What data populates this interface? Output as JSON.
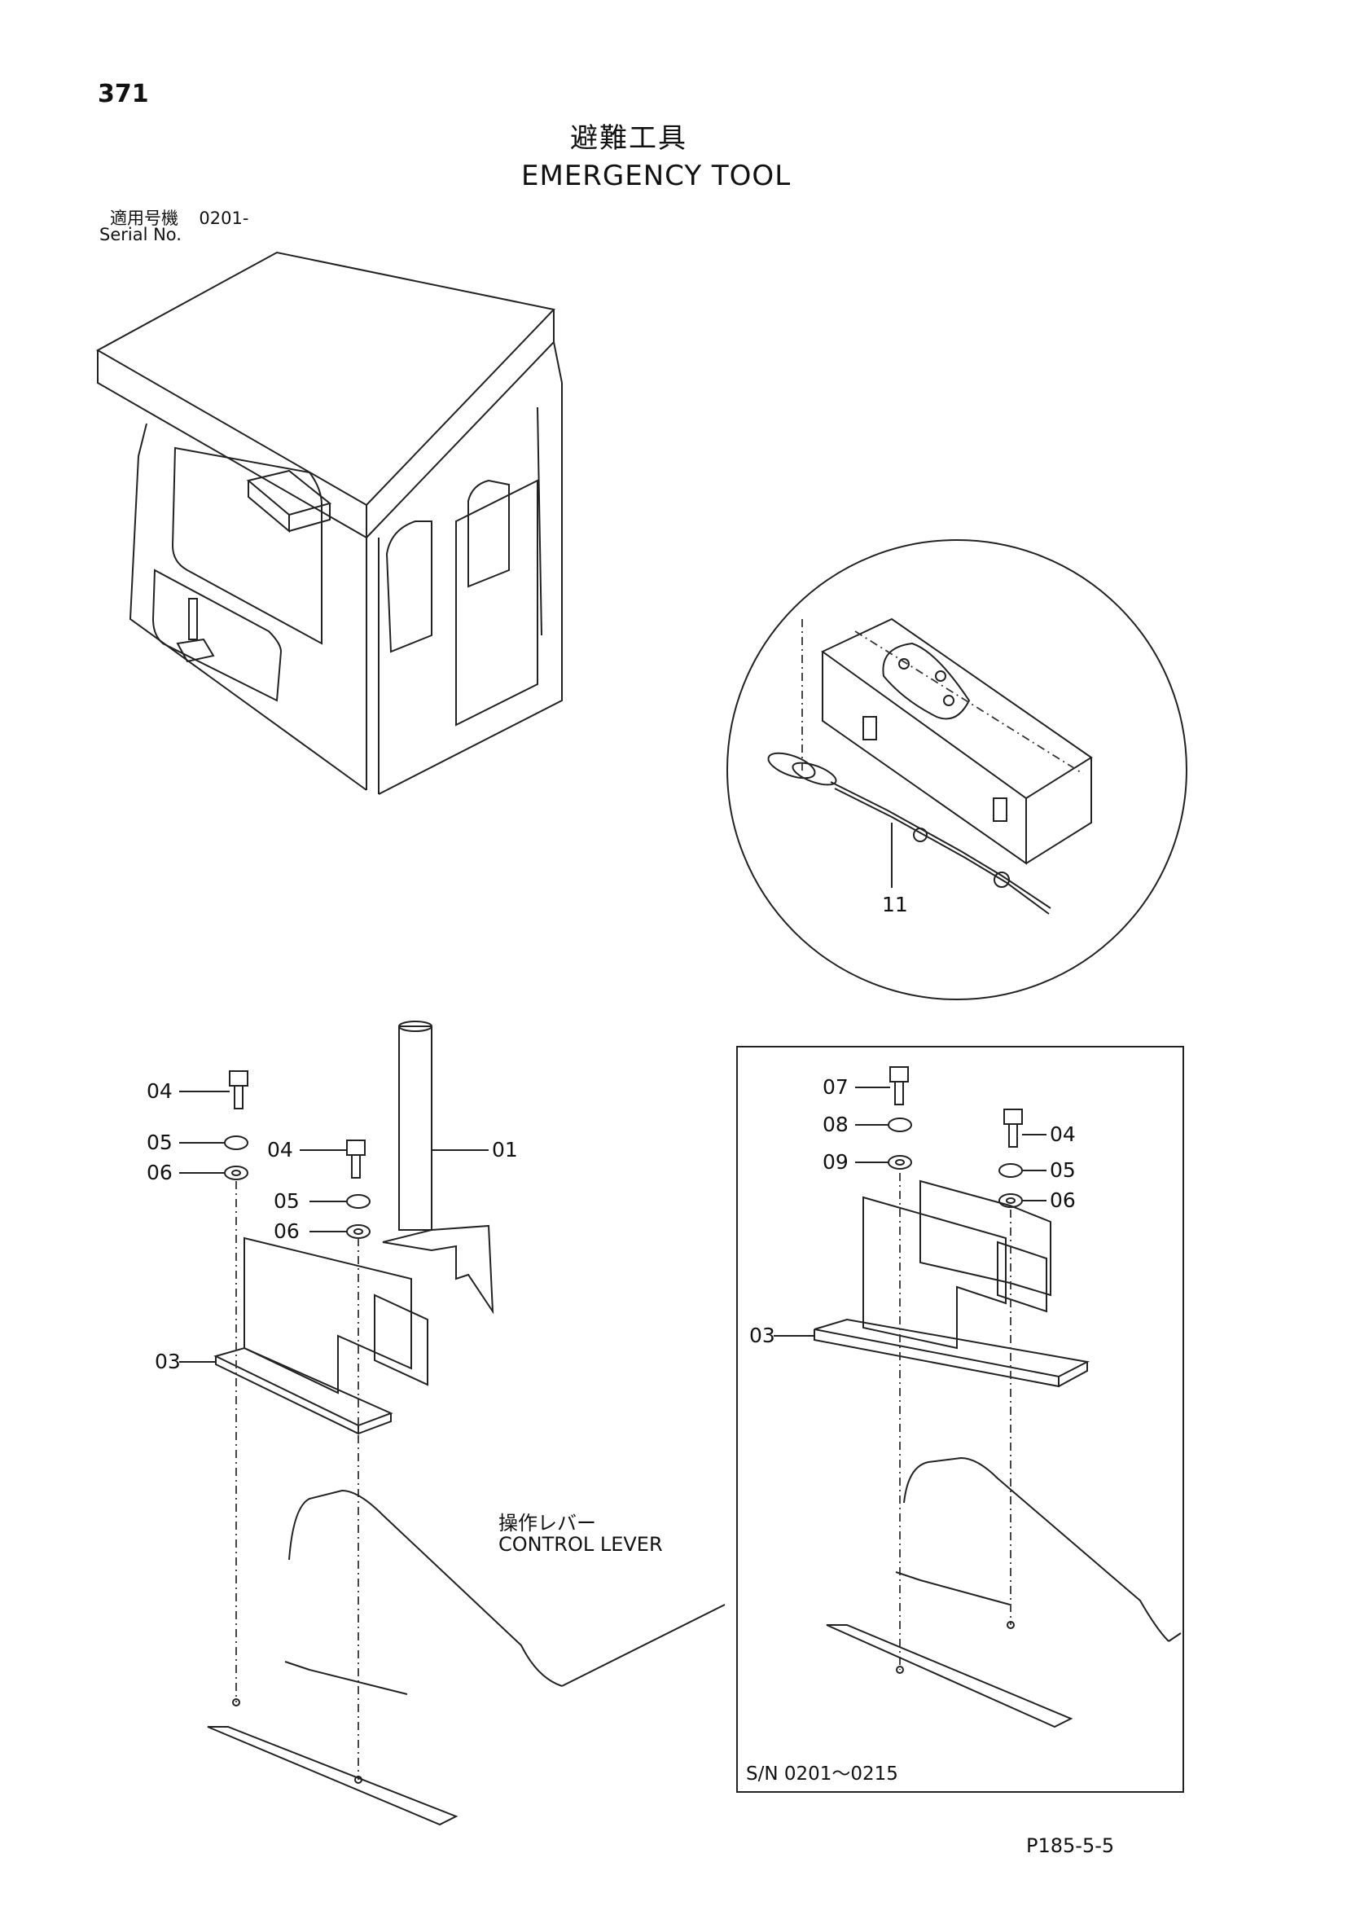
{
  "page": {
    "number": "371",
    "title_jp": "避難工具",
    "title_en": "EMERGENCY TOOL",
    "serial_label_jp": "適用号機",
    "serial_value": "0201-",
    "serial_label_en": "Serial No.",
    "doc_code": "P185-5-5"
  },
  "callouts": {
    "rope": "11",
    "left": {
      "bolt_top": "04",
      "lock_washer_top": "05",
      "washer_top": "06",
      "bolt_mid": "04",
      "lock_washer_mid": "05",
      "washer_mid": "06",
      "axe": "01",
      "bracket": "03"
    },
    "right": {
      "bolt_left": "07",
      "lock_washer_left": "08",
      "washer_left": "09",
      "bolt_right": "04",
      "lock_washer_right": "05",
      "washer_right": "06",
      "bracket": "03"
    }
  },
  "control_lever": {
    "label_jp": "操作レバー",
    "label_en": "CONTROL LEVER"
  },
  "inset": {
    "serial_range": "S/N 0201～0215"
  }
}
